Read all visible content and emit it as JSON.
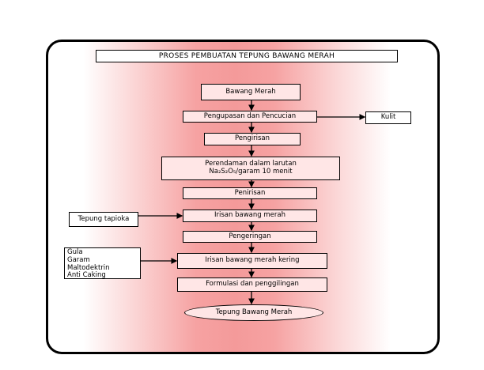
{
  "title": "PROSES PEMBUATAN TEPUNG BAWANG MERAH",
  "steps": {
    "bawang_merah": "Bawang Merah",
    "pengupasan": "Pengupasan dan Pencucian",
    "kulit": "Kulit",
    "pengirisan": "Pengirisan",
    "perendaman_line1": "Perendaman dalam larutan",
    "perendaman_line2": "Na₂S₂O₅/garam 10 menit",
    "penirisan": "Penirisan",
    "tepung_tapioka": "Tepung tapioka",
    "irisan_bawang_merah": "Irisan bawang merah",
    "pengeringan": "Pengeringan",
    "additives": [
      "Gula",
      "Garam",
      "Maltodektrin",
      "Anti Caking"
    ],
    "irisan_kering": "Irisan bawang merah kering",
    "formulasi": "Formulasi dan penggilingan",
    "tepung_bawang_merah": "Tepung Bawang Merah"
  },
  "colors": {
    "gradient_center": "#f49a9a",
    "box_fill": "#ffe6e6",
    "line": "#000000"
  }
}
